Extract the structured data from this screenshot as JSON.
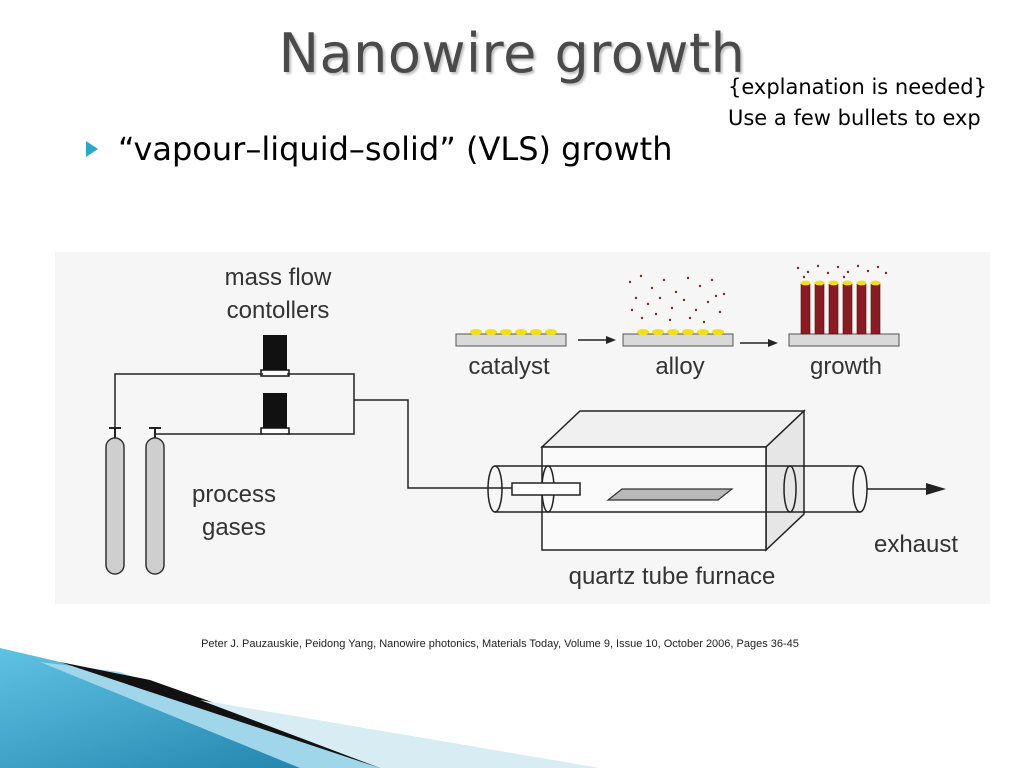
{
  "slide": {
    "title": "Nanowire growth",
    "note_lines": [
      "{explanation is needed}",
      "Use a few bullets to exp"
    ],
    "bullet": "“vapour–liquid–solid” (VLS) growth"
  },
  "diagram": {
    "labels": {
      "mass_flow": [
        "mass flow",
        "contollers"
      ],
      "catalyst": "catalyst",
      "alloy": "alloy",
      "growth": "growth",
      "process_gases": [
        "process",
        "gases"
      ],
      "exhaust": "exhaust",
      "furnace": "quartz tube furnace"
    }
  },
  "citation": "Peter J. Pauzauskie, Peidong Yang, Nanowire photonics, Materials Today, Volume 9, Issue 10, October 2006, Pages 36-45",
  "colors": {
    "bullet_accent": "#2aa8c9",
    "catalyst_yellow": "#f2e012",
    "nanowire_red": "#8b1a22",
    "footer_blue": "#2b8fb5"
  }
}
